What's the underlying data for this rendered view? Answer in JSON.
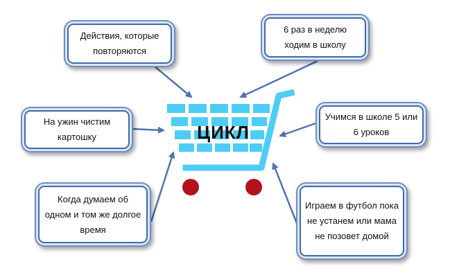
{
  "center": {
    "label": "ЦИКЛ"
  },
  "boxes": {
    "top_left": "Действия, которые повторяются",
    "top_right": "6 раз в неделю ходим в школу",
    "mid_left": "На ужин чистим картошку",
    "mid_right": "Учимся в школе  5 или 6 уроков",
    "bottom_left": "Когда думаем об одном и том же долгое время",
    "bottom_right": "Играем в футбол пока не устанем или мама не позовет домой"
  },
  "colors": {
    "cart": "#4dcdf5",
    "wheels": "#b3121f",
    "arrows": "#4f73b0",
    "box_border": "#3f6aa8"
  },
  "icons": {
    "center": "shopping-cart-icon"
  }
}
